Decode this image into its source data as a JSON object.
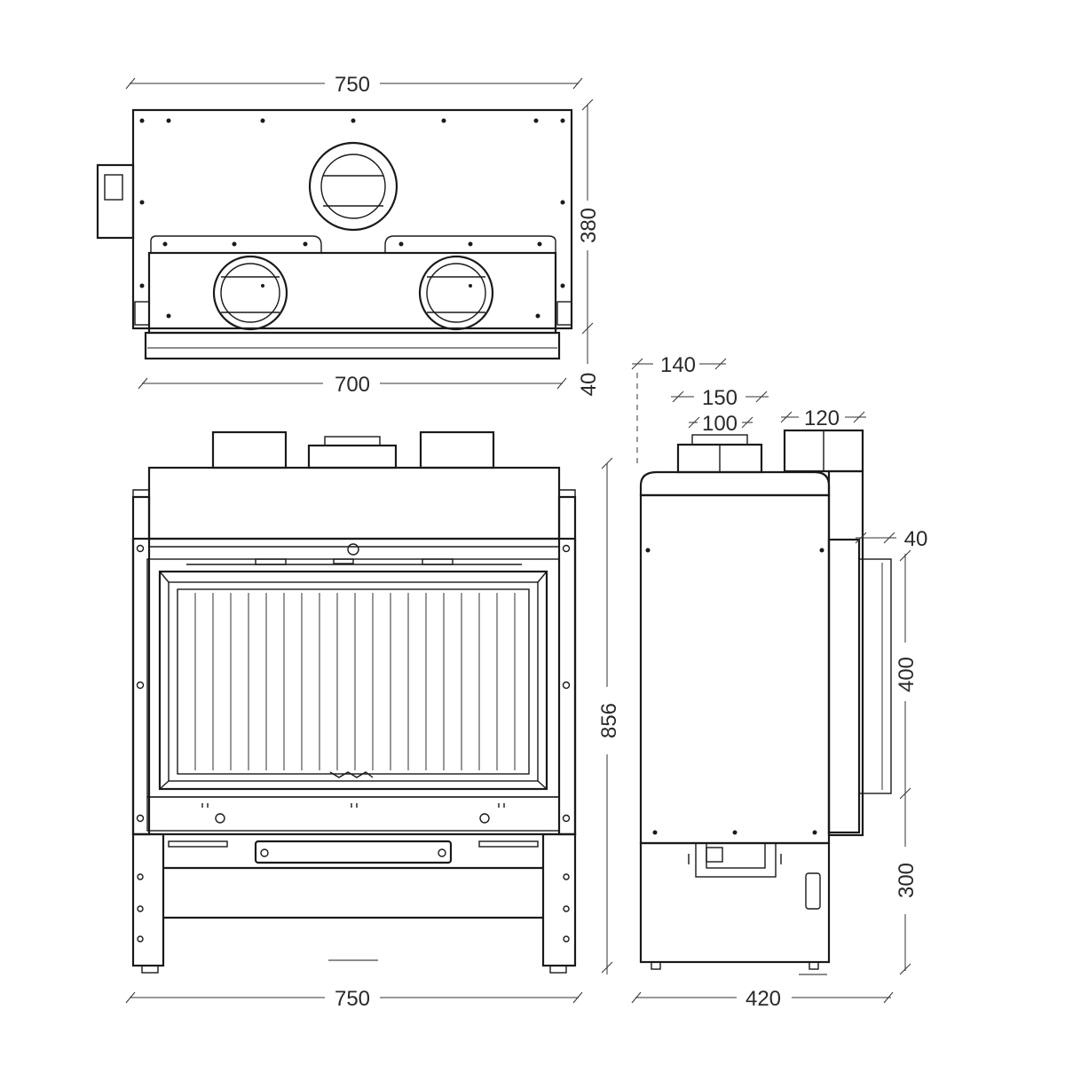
{
  "dimensions": {
    "top_width": "750",
    "top_depth": "380",
    "top_inner_width": "700",
    "top_offset": "40",
    "front_width": "750",
    "front_height": "856",
    "side_rear_offset": "140",
    "side_collar_outer": "150",
    "side_collar_inner": "100",
    "side_duct": "120",
    "side_panel_offset": "40",
    "side_panel_height": "400",
    "side_base_height": "300",
    "side_depth": "420"
  },
  "colors": {
    "line": "#1a1a1a",
    "dimension": "#333333",
    "background": "#ffffff"
  }
}
